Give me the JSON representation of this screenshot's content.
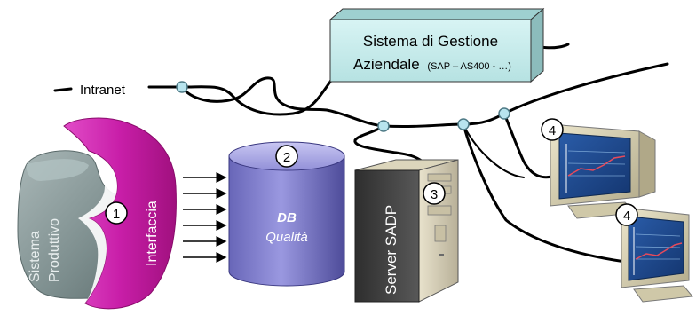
{
  "network": {
    "label": "Intranet"
  },
  "erp_box": {
    "line1": "Sistema di Gestione",
    "line2_main": "Aziendale",
    "line2_small": "(SAP – AS400 - …)"
  },
  "production_system": {
    "line1": "Sistema",
    "line2": "Produttivo",
    "badge": "1"
  },
  "interface": {
    "label": "Interfaccia"
  },
  "database": {
    "badge": "2",
    "title": "DB",
    "subtitle": "Qualità"
  },
  "server": {
    "label": "Server SADP",
    "badge": "3"
  },
  "monitors": [
    {
      "badge": "4"
    },
    {
      "badge": "4"
    }
  ],
  "colors": {
    "erp_fill": "#c9ecec",
    "production_fill": "#8a9a9a",
    "interface_fill": "#c81ea8",
    "db_fill": "#7a78c8",
    "server_fill": "#484848",
    "monitor_body": "#d8d0b0",
    "monitor_screen": "#1e4a8c",
    "network_line": "#000000",
    "node_fill": "#b8e4ee"
  }
}
